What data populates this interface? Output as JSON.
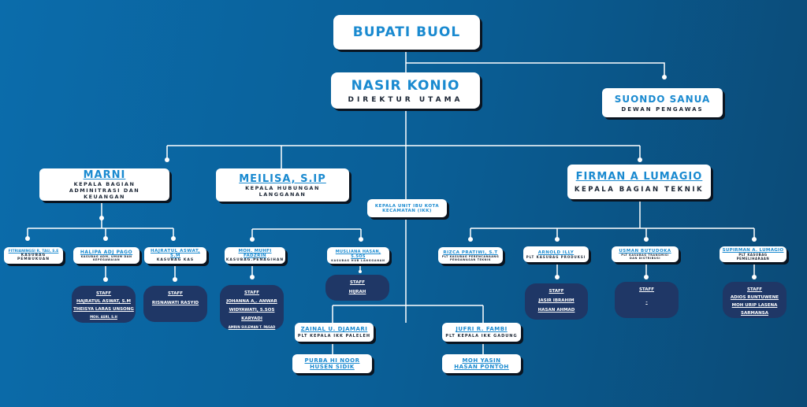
{
  "top": {
    "name": "BUPATI BUOL"
  },
  "director": {
    "name": "NASIR KONIO",
    "role": "DIREKTUR UTAMA"
  },
  "supervisor": {
    "name": "SUONDO SANUA",
    "role": "DEWAN PENGAWAS"
  },
  "heads": [
    {
      "name": "MARNI",
      "role": "KEPALA BAGIAN ADMINITRASI DAN KEUANGAN"
    },
    {
      "name": "MEILISA, S.IP",
      "role": "KEPALA HUBUNGAN LANGGANAN"
    },
    {
      "name": "FIRMAN A LUMAGIO",
      "role": "KEPALA BAGIAN TEKNIK"
    }
  ],
  "ikk": {
    "role": "KEPALA UNIT IBU KOTA KECAMATAN (IKK)"
  },
  "subs": [
    {
      "name": "FITRIANINGSI R. TAU, S.E",
      "role": "KASUBAG PEMBUKUAN"
    },
    {
      "name": "HALIPA ADJ PAGO",
      "role": "KASUBAG ADM, UMUM DAN KEPEGAWAIAN"
    },
    {
      "name": "HAJRATUL ASWAT, S.M",
      "role": "KASUBAG KAS"
    },
    {
      "name": "MOH. MUHFI FADZRIN",
      "role": "KASUBAG.PENAGIHAN"
    },
    {
      "name": "MUSLIANA HASAN, S.SOS",
      "role": "KASUBAG HUB LANGGANAN"
    },
    {
      "name": "RIZCA PRATIWI, S.T",
      "role": "PLT KASUBAG PERENCANAANG PENGAWASAN TEKNIK"
    },
    {
      "name": "ARNOLD ILLY",
      "role": "PLT KASUBAG PRODUKSI"
    },
    {
      "name": "USMAN BUTUDOKA",
      "role": "PLT KASUBAG TRANSMISI DAN DISTRIBUSI"
    },
    {
      "name": "SUPIRMAN A. LUMAGIO",
      "role": "PLT KASUBAG PEMELIHARAAN"
    }
  ],
  "staff_label": "STAFF",
  "staff": {
    "halipa": [
      "HAJRATUL ASWAT, S.M",
      "THEISYA LARAS UNSONG",
      "MOH. ASRI, S.H"
    ],
    "hajratul": [
      "RISNAWATI RASYID"
    ],
    "muhfi": [
      "JOHANNA A,. ANWAR",
      "WIDYAWATI, S.SOS",
      "KARYADI",
      "AMRIN SULEMAN T. PASAD"
    ],
    "musliana": [
      "HIJRAH"
    ],
    "arnold": [
      "JASIR IBRAHIM",
      "HASAN AHMAD"
    ],
    "usman": [
      "-"
    ],
    "supirman": [
      "ADIOS RUNTUWENE",
      "MOH URIP LASENA",
      "SARMANSA"
    ]
  },
  "ikk_heads": [
    {
      "name": "ZAINAL U. DJAMARI",
      "role": "PLT KEPALA IKK PALELEH",
      "staff": [
        "PURBA HI NOOR",
        "HUSEN SIDIK"
      ]
    },
    {
      "name": "JUFRI R. FAMBI",
      "role": "PLT KEPALA IKK GADUNG",
      "staff": [
        "MOH YASIN",
        "HASAN PONTOH"
      ]
    }
  ]
}
